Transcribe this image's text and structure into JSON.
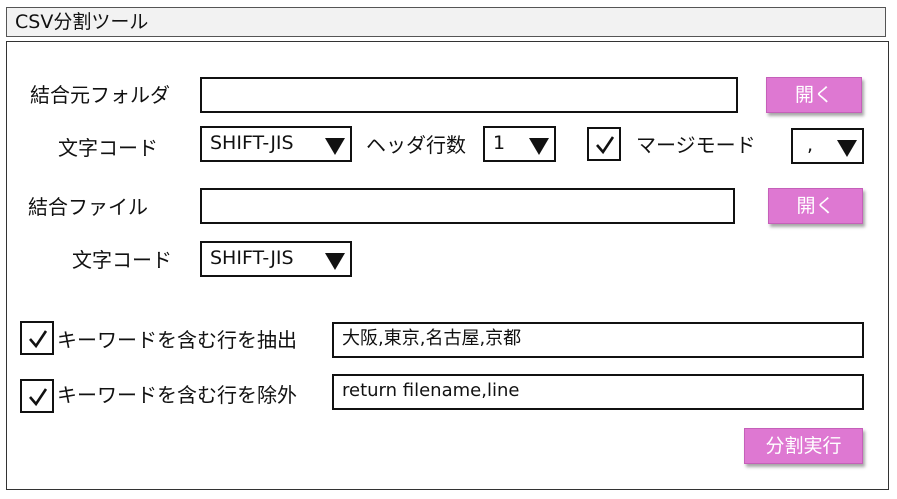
{
  "window": {
    "title": "CSV分割ツール"
  },
  "merge_folder": {
    "label": "結合元フォルダ",
    "value": "",
    "open_label": "開く"
  },
  "folder_encoding": {
    "label": "文字コード",
    "selected": "SHIFT-JIS"
  },
  "header_rows": {
    "label": "ヘッダ行数",
    "selected": "1"
  },
  "merge_mode": {
    "label": "マージモード",
    "checked": true,
    "delimiter": ","
  },
  "merge_file": {
    "label": "結合ファイル",
    "value": "",
    "open_label": "開く"
  },
  "file_encoding": {
    "label": "文字コード",
    "selected": "SHIFT-JIS"
  },
  "extract_filter": {
    "label": "キーワードを含む行を抽出",
    "checked": true,
    "value": "大阪,東京,名古屋,京都"
  },
  "exclude_filter": {
    "label": "キーワードを含む行を除外",
    "checked": true,
    "value": "return filename,line"
  },
  "actions": {
    "split_label": "分割実行"
  },
  "icons": {
    "dropdown": "triangle-down-icon",
    "check": "checkmark-icon"
  },
  "colors": {
    "accent": "#de78d2"
  }
}
